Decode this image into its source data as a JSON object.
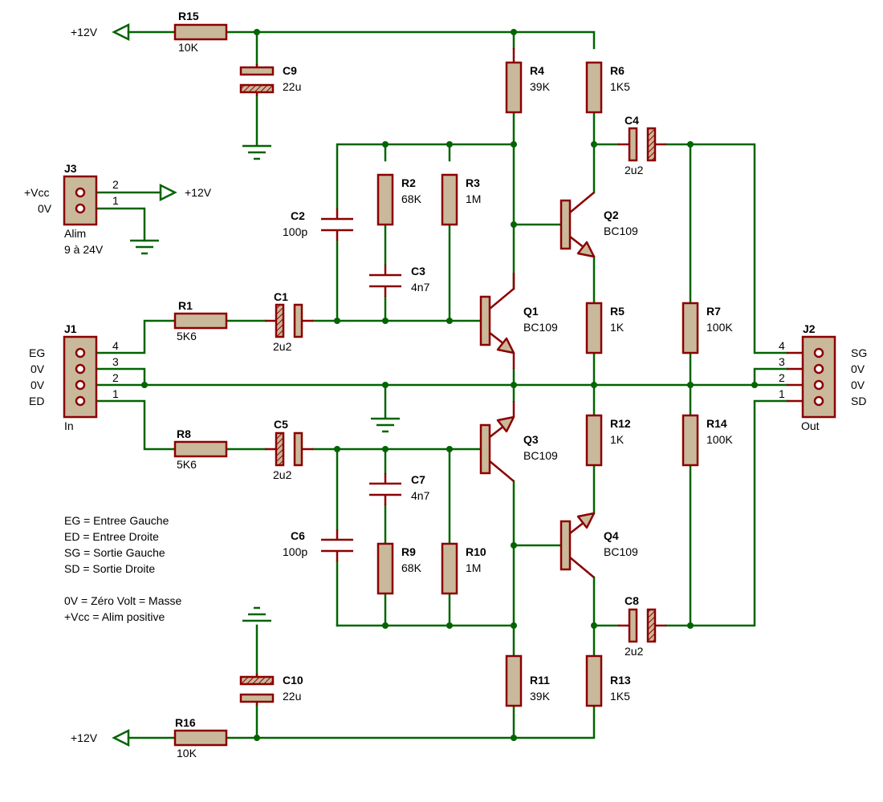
{
  "supply_label": "+12V",
  "resistors": {
    "R1": {
      "ref": "R1",
      "value": "5K6"
    },
    "R2": {
      "ref": "R2",
      "value": "68K"
    },
    "R3": {
      "ref": "R3",
      "value": "1M"
    },
    "R4": {
      "ref": "R4",
      "value": "39K"
    },
    "R5": {
      "ref": "R5",
      "value": "1K"
    },
    "R6": {
      "ref": "R6",
      "value": "1K5"
    },
    "R7": {
      "ref": "R7",
      "value": "100K"
    },
    "R8": {
      "ref": "R8",
      "value": "5K6"
    },
    "R9": {
      "ref": "R9",
      "value": "68K"
    },
    "R10": {
      "ref": "R10",
      "value": "1M"
    },
    "R11": {
      "ref": "R11",
      "value": "39K"
    },
    "R12": {
      "ref": "R12",
      "value": "1K"
    },
    "R13": {
      "ref": "R13",
      "value": "1K5"
    },
    "R14": {
      "ref": "R14",
      "value": "100K"
    },
    "R15": {
      "ref": "R15",
      "value": "10K"
    },
    "R16": {
      "ref": "R16",
      "value": "10K"
    }
  },
  "capacitors": {
    "C1": {
      "ref": "C1",
      "value": "2u2"
    },
    "C2": {
      "ref": "C2",
      "value": "100p"
    },
    "C3": {
      "ref": "C3",
      "value": "4n7"
    },
    "C4": {
      "ref": "C4",
      "value": "2u2"
    },
    "C5": {
      "ref": "C5",
      "value": "2u2"
    },
    "C6": {
      "ref": "C6",
      "value": "100p"
    },
    "C7": {
      "ref": "C7",
      "value": "4n7"
    },
    "C8": {
      "ref": "C8",
      "value": "2u2"
    },
    "C9": {
      "ref": "C9",
      "value": "22u"
    },
    "C10": {
      "ref": "C10",
      "value": "22u"
    }
  },
  "transistors": {
    "Q1": {
      "ref": "Q1",
      "value": "BC109"
    },
    "Q2": {
      "ref": "Q2",
      "value": "BC109"
    },
    "Q3": {
      "ref": "Q3",
      "value": "BC109"
    },
    "Q4": {
      "ref": "Q4",
      "value": "BC109"
    }
  },
  "connectors": {
    "J1": {
      "ref": "J1",
      "label": "In",
      "pins": [
        "4",
        "3",
        "2",
        "1"
      ],
      "signals": [
        "EG",
        "0V",
        "0V",
        "ED"
      ]
    },
    "J2": {
      "ref": "J2",
      "label": "Out",
      "pins": [
        "4",
        "3",
        "2",
        "1"
      ],
      "signals": [
        "SG",
        "0V",
        "0V",
        "SD"
      ]
    },
    "J3": {
      "ref": "J3",
      "label": "Alim",
      "sublabel": "9 à 24V",
      "pins": [
        "2",
        "1"
      ],
      "signals": [
        "+Vcc",
        "0V"
      ]
    }
  },
  "legend": [
    "EG = Entree Gauche",
    "ED = Entree Droite",
    "SG = Sortie Gauche",
    "SD = Sortie Droite",
    "0V = Zéro Volt = Masse",
    "+Vcc = Alim positive"
  ],
  "colors": {
    "wire": "#006400",
    "component_outline": "#8b0000",
    "component_body": "#c9b99a"
  }
}
